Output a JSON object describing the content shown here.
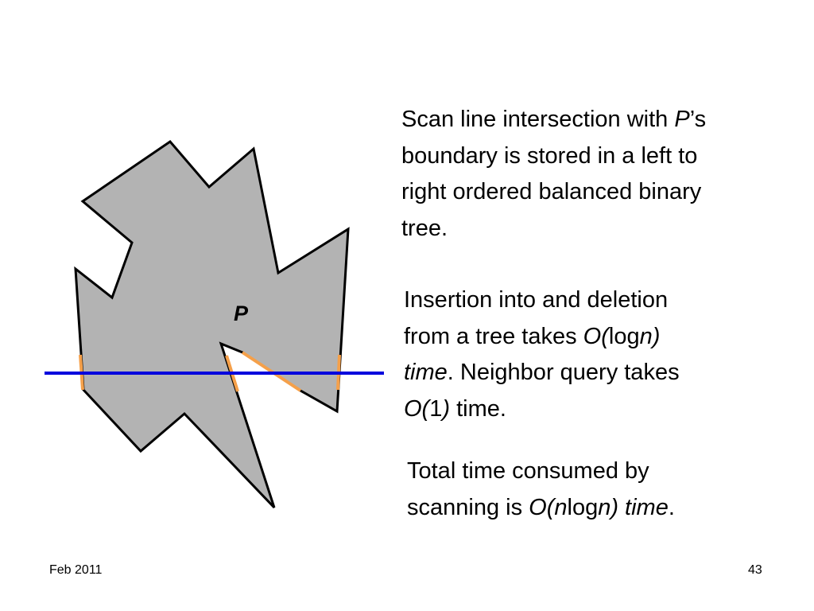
{
  "slide": {
    "para1": {
      "l1_a": "Scan line intersection with ",
      "l1_p": "P",
      "l1_b": "’s",
      "l2": "boundary is stored in a left to",
      "l3": "right ordered balanced binary",
      "l4": "tree."
    },
    "para2": {
      "l1": "Insertion into and deletion",
      "l2_a": "from a tree takes ",
      "l2_o": "O(",
      "l2_log": "log",
      "l2_n": "n)",
      "l3_time": "time",
      "l3_b": ". Neighbor query takes",
      "l4_o": "O(",
      "l4_1": "1",
      "l4_paren": ")",
      "l4_b": " time."
    },
    "para3": {
      "l1": "Total time consumed by",
      "l2_a": "scanning is ",
      "l2_on": "O(n",
      "l2_log": "log",
      "l2_n": "n) time",
      "l2_end": "."
    }
  },
  "figure": {
    "polygon_label": "P",
    "polygon_fill": "#b3b3b3",
    "outline_color": "#000000",
    "scan_line_color": "#0000dd",
    "intersection_color": "#f5a04a"
  },
  "footer": {
    "date": "Feb 2011",
    "page": "43"
  }
}
